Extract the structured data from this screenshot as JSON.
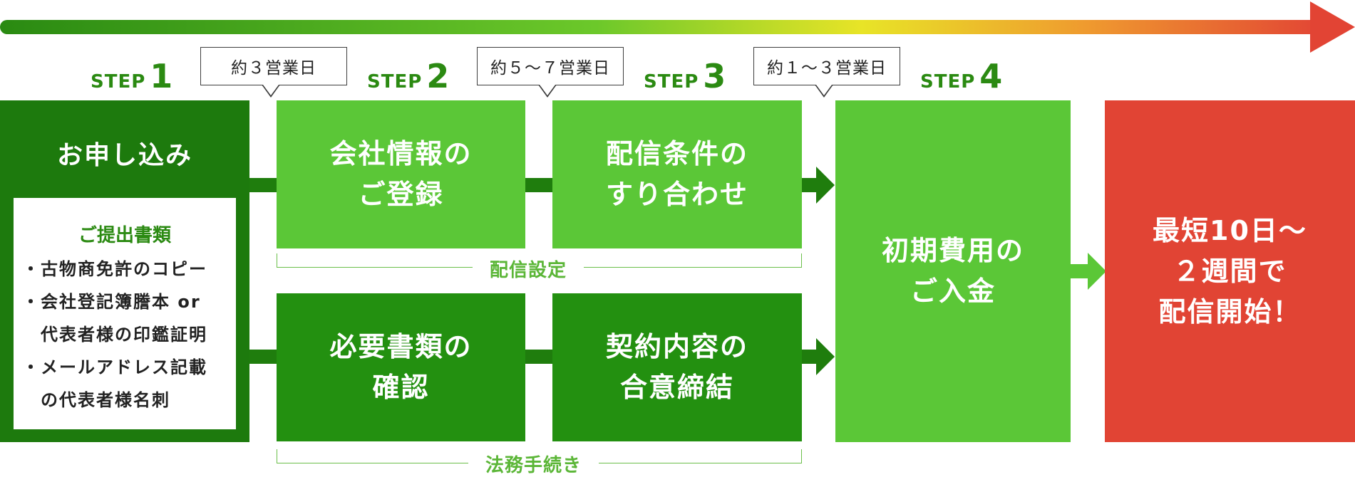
{
  "steps": [
    {
      "word": "STEP",
      "num": "1"
    },
    {
      "word": "STEP",
      "num": "2"
    },
    {
      "word": "STEP",
      "num": "3"
    },
    {
      "word": "STEP",
      "num": "4"
    }
  ],
  "durations": [
    "約３営業日",
    "約５～７営業日",
    "約１～３営業日"
  ],
  "boxes": {
    "apply": "お申し込み",
    "company_info": [
      "会社情報の",
      "ご登録"
    ],
    "delivery_terms": [
      "配信条件の",
      "すり合わせ"
    ],
    "documents_needed": [
      "必要書類の",
      "確認"
    ],
    "contract": [
      "契約内容の",
      "合意締結"
    ],
    "initial_payment": [
      "初期費用の",
      "ご入金"
    ],
    "start": [
      "最短10日～",
      "２週間で",
      "配信開始！"
    ]
  },
  "documents": {
    "title": "ご提出書類",
    "items": [
      "・古物商免許のコピー",
      "・会社登記簿謄本 or",
      "　代表者様の印鑑証明",
      "・メールアドレス記載",
      "　の代表者様名刺"
    ]
  },
  "groups": {
    "delivery_settings": "配信設定",
    "legal_procedures": "法務手続き"
  },
  "colors": {
    "light_green": "#5bc737",
    "dark_green": "#239010",
    "darkest_green": "#1d7a0d",
    "red": "#e14434"
  }
}
